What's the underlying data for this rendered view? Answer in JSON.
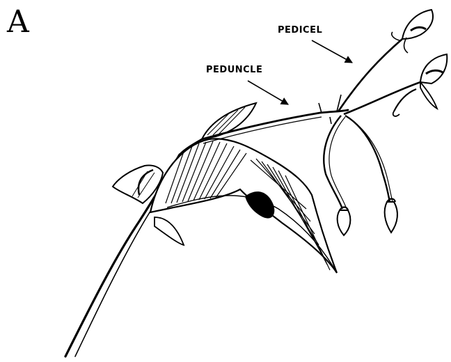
{
  "figure": {
    "panel_label": "A",
    "annotations": {
      "pedicel": "PEDICEL",
      "peduncle": "PEDUNCLE"
    },
    "colors": {
      "ink": "#000000",
      "paper": "#ffffff"
    }
  }
}
